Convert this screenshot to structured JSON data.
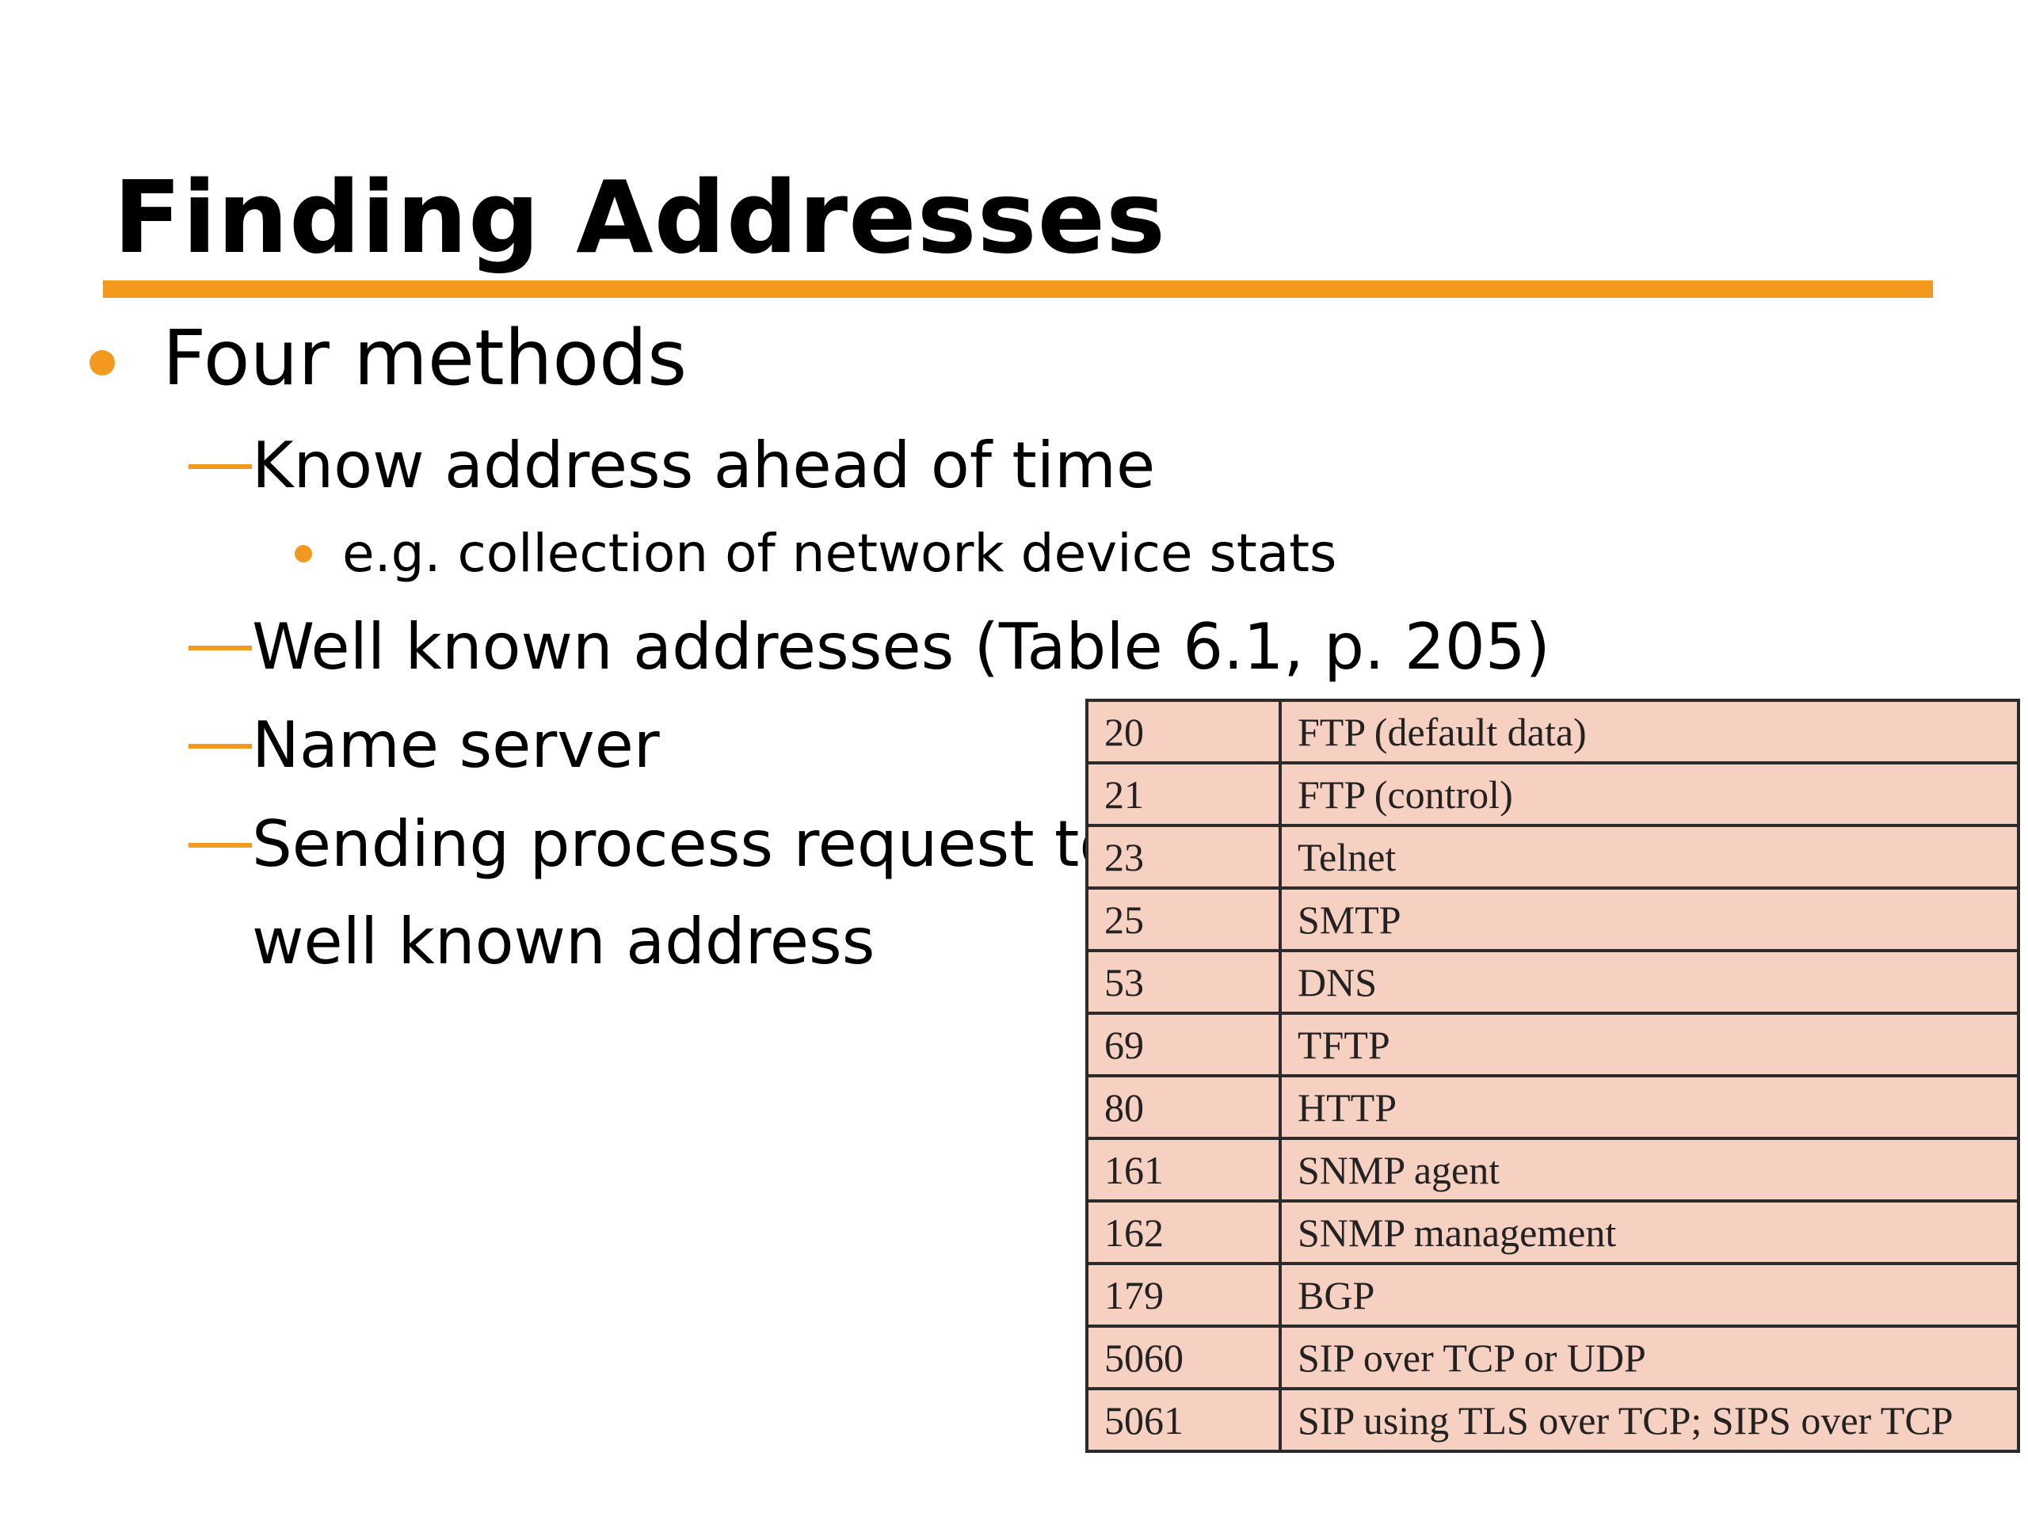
{
  "title": "Finding Addresses",
  "colors": {
    "accent": "#f39a1e",
    "table_fill": "#f6d0c1",
    "table_border": "#2b2b2b"
  },
  "bullets": {
    "level1": "Four methods",
    "items": [
      {
        "label": "Know address ahead of time",
        "sub": "e.g. collection of network device stats"
      },
      {
        "label": "Well known addresses (Table 6.1, p. 205)"
      },
      {
        "label": "Name server"
      },
      {
        "label_line1": "Sending process request to",
        "label_line2": "well known address"
      }
    ]
  },
  "ports_table": {
    "rows": [
      {
        "port": "20",
        "service": "FTP (default data)"
      },
      {
        "port": "21",
        "service": "FTP (control)"
      },
      {
        "port": "23",
        "service": "Telnet"
      },
      {
        "port": "25",
        "service": "SMTP"
      },
      {
        "port": "53",
        "service": "DNS"
      },
      {
        "port": "69",
        "service": "TFTP"
      },
      {
        "port": "80",
        "service": "HTTP"
      },
      {
        "port": "161",
        "service": "SNMP agent"
      },
      {
        "port": "162",
        "service": "SNMP management"
      },
      {
        "port": "179",
        "service": "BGP"
      },
      {
        "port": "5060",
        "service": "SIP over TCP or UDP"
      },
      {
        "port": "5061",
        "service": "SIP using TLS over TCP; SIPS over TCP"
      }
    ]
  }
}
